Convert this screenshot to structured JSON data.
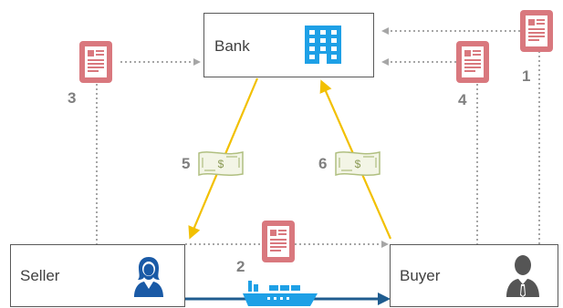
{
  "nodes": {
    "bank": {
      "label": "Bank"
    },
    "seller": {
      "label": "Seller"
    },
    "buyer": {
      "label": "Buyer"
    }
  },
  "steps": [
    "1",
    "2",
    "3",
    "4",
    "5",
    "6"
  ],
  "icons": {
    "bank": "bank-building-icon",
    "seller": "seller-person-icon",
    "buyer": "buyer-person-icon",
    "document": "document-icon",
    "money": "money-bill-icon",
    "ship": "cargo-ship-icon"
  },
  "colors": {
    "document": "#d9787e",
    "money_arrow": "#f2c000",
    "shipping": "#1f5c8f",
    "bank_icon": "#1ea0e6",
    "person_seller": "#1a5aa6",
    "person_buyer": "#555555",
    "dotted": "#a6a6a6",
    "step_number": "#7f7f7f"
  },
  "bill_symbol": "$"
}
